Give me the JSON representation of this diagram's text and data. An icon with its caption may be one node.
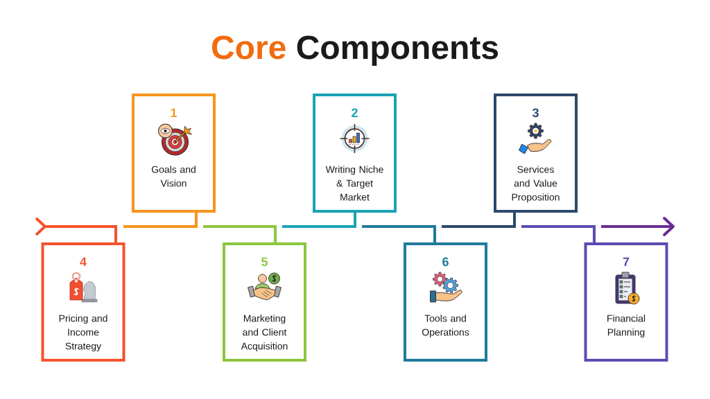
{
  "diagram": {
    "title": "Core Components",
    "nodes": [
      {
        "text": [
          "1",
          "Goals and Vision"
        ]
      },
      {
        "text": [
          "2",
          "Writing Niche & Target Market"
        ]
      },
      {
        "text": [
          "3",
          "Services and Value Proposition"
        ]
      },
      {
        "text": [
          "4",
          "Pricing and Income Strategy"
        ]
      },
      {
        "text": [
          "5",
          "Marketing and Client Acquisition"
        ]
      },
      {
        "text": [
          "6",
          "Tools and Operations"
        ]
      },
      {
        "text": [
          "7",
          "Financial Planning"
        ]
      }
    ],
    "edges": [
      {
        "from": null,
        "to": 3,
        "arrow": "other",
        "color": "#f4522d"
      },
      {
        "from": null,
        "to": 0,
        "arrow": "none",
        "color": "#f7941d"
      },
      {
        "from": null,
        "to": 4,
        "arrow": "none",
        "color": "#8cc63f"
      },
      {
        "from": null,
        "to": 1,
        "arrow": "none",
        "color": "#1aa3b5"
      },
      {
        "from": null,
        "to": 5,
        "arrow": "none",
        "color": "#1f7a9c"
      },
      {
        "from": null,
        "to": 2,
        "arrow": "none",
        "color": "#2c4a6b"
      },
      {
        "from": null,
        "to": 6,
        "arrow": "none",
        "color": "#5a4cb3"
      }
    ]
  }
}
